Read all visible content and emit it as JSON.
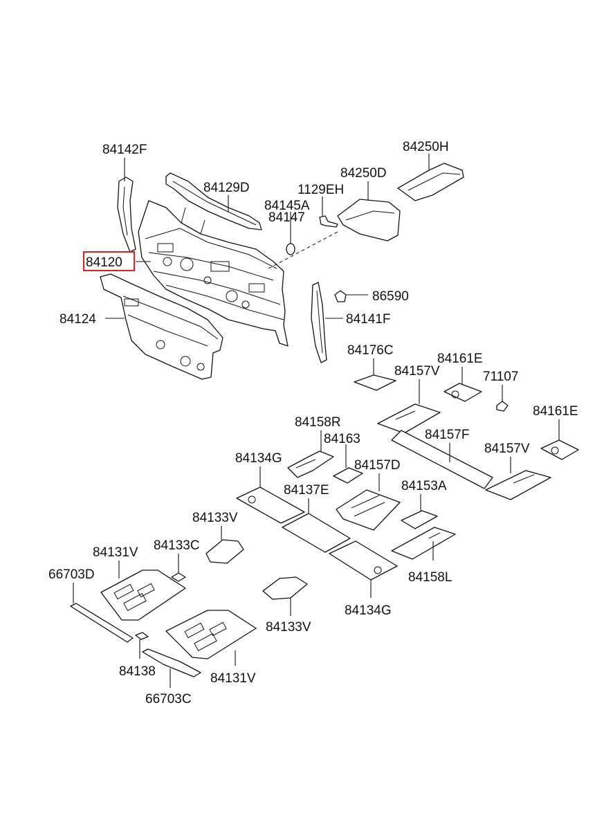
{
  "labels": {
    "p84142F": "84142F",
    "p84129D": "84129D",
    "p84250H": "84250H",
    "p84250D": "84250D",
    "p1129EH": "1129EH",
    "p84145A": "84145A",
    "p84147": "84147",
    "p84120": "84120",
    "p84124": "84124",
    "p86590": "86590",
    "p84141F": "84141F",
    "p84176C": "84176C",
    "p84161E_1": "84161E",
    "p84157V_1": "84157V",
    "p71107": "71107",
    "p84161E_2": "84161E",
    "p84158R": "84158R",
    "p84163": "84163",
    "p84157F": "84157F",
    "p84157V_2": "84157V",
    "p84134G_1": "84134G",
    "p84157D": "84157D",
    "p84137E": "84137E",
    "p84153A": "84153A",
    "p84133V_1": "84133V",
    "p84133C": "84133C",
    "p84131V_1": "84131V",
    "p84158L": "84158L",
    "p66703D": "66703D",
    "p84134G_2": "84134G",
    "p84133V_2": "84133V",
    "p84138": "84138",
    "p84131V_2": "84131V",
    "p66703C": "66703C"
  },
  "highlight": {
    "part": "84120",
    "color": "#e0201c"
  }
}
